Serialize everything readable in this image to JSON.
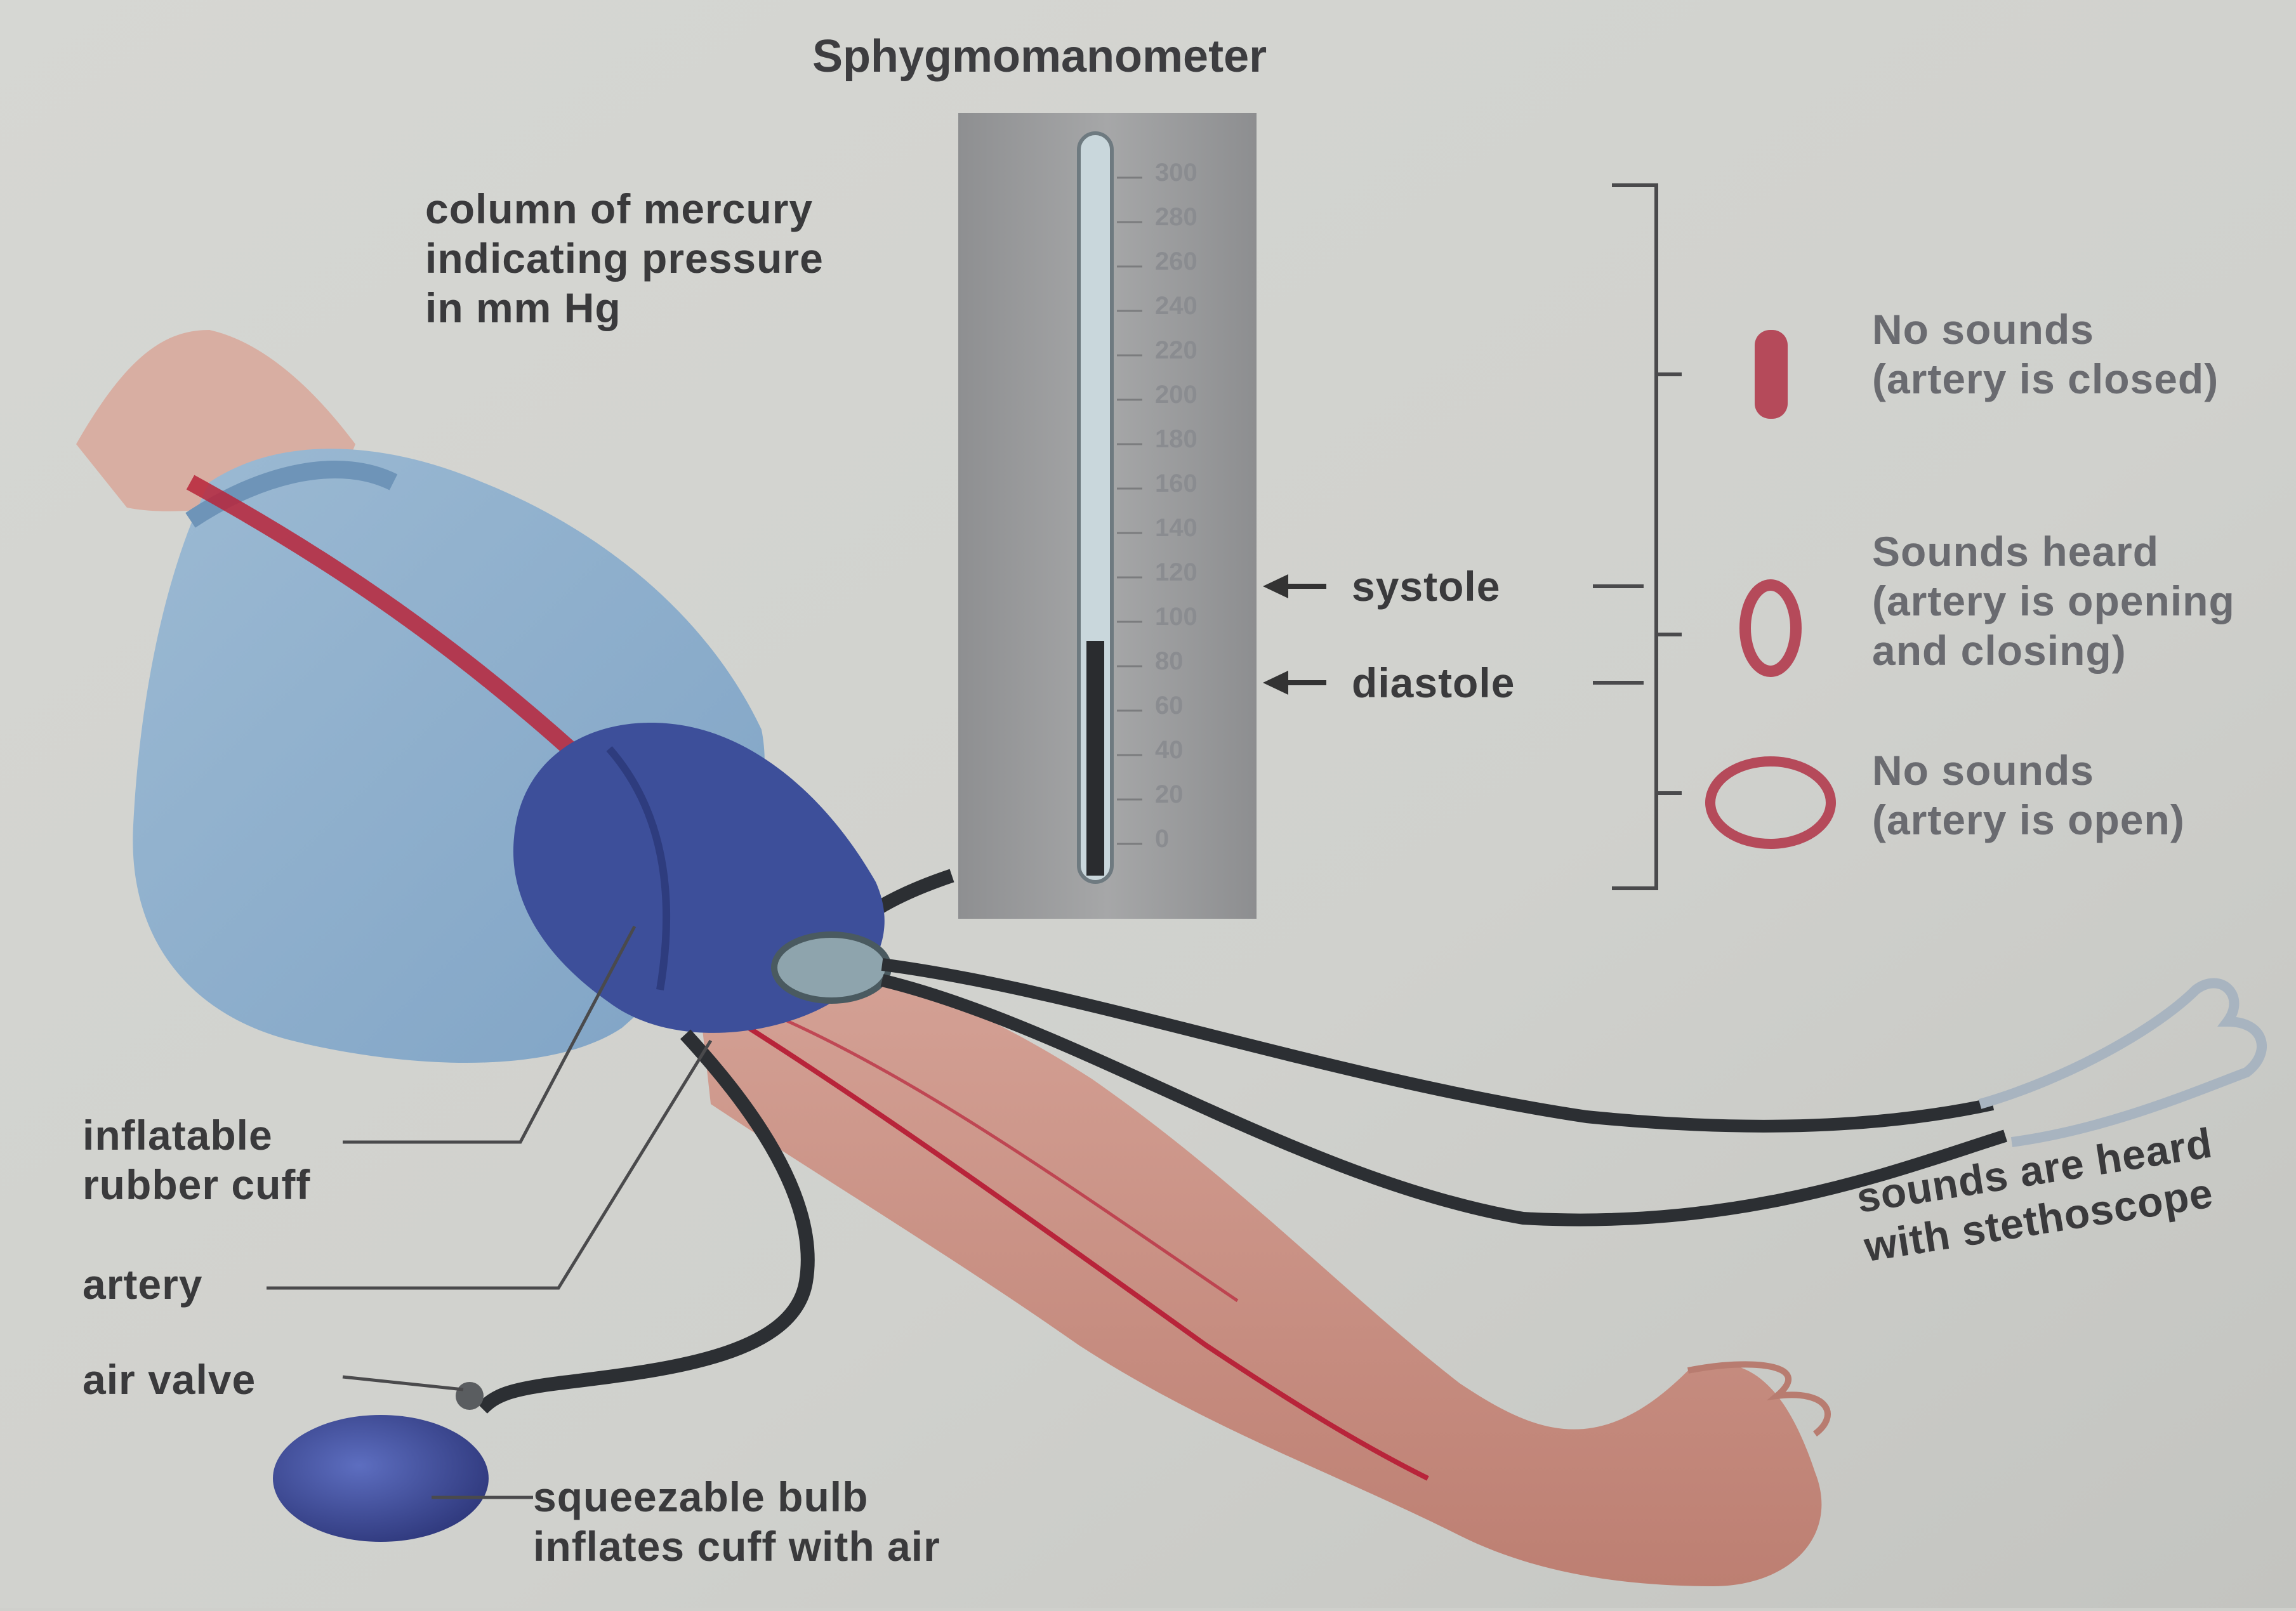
{
  "title": "Sphygmomanometer",
  "scale": [
    "300",
    "280",
    "260",
    "240",
    "220",
    "200",
    "180",
    "160",
    "140",
    "120",
    "100",
    "80",
    "60",
    "40",
    "20",
    "0"
  ],
  "labels": {
    "mercury": [
      "column of mercury",
      "indicating pressure",
      "in mm Hg"
    ],
    "systole": "systole",
    "diastole": "diastole",
    "closed": [
      "No sounds",
      "(artery is closed)"
    ],
    "opening": [
      "Sounds heard",
      "(artery is opening",
      "and closing)"
    ],
    "open": [
      "No sounds",
      "(artery is open)"
    ],
    "stethoscope": [
      "sounds are heard",
      "with stethoscope"
    ],
    "cuff": [
      "inflatable",
      "rubber cuff"
    ],
    "artery": "artery",
    "valve": "air valve",
    "bulb": [
      "squeezable bulb",
      "inflates cuff with air"
    ]
  },
  "colors": {
    "background": "#cfd0cc",
    "cuff": "#3d4f9a",
    "skin": "#c98a7e",
    "sleeve": "#8db0cf",
    "artery": "#b8243a",
    "tube": "#2c2f33"
  }
}
